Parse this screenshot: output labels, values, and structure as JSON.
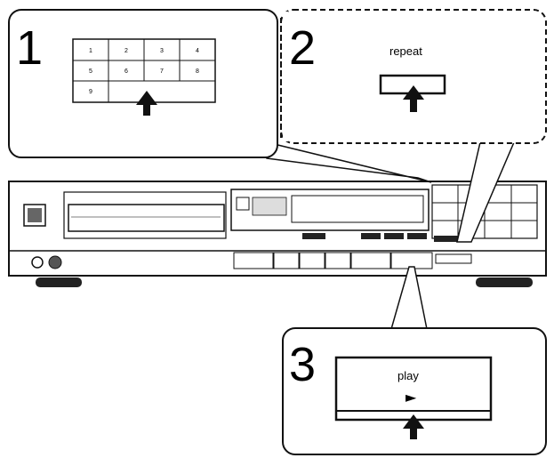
{
  "callouts": {
    "step1": {
      "number": "1",
      "keypad_keys": [
        "1",
        "2",
        "3",
        "4",
        "5",
        "6",
        "7",
        "8",
        "9"
      ]
    },
    "step2": {
      "number": "2",
      "button_label": "repeat"
    },
    "step3": {
      "number": "3",
      "button_label": "play",
      "play_glyph": "►"
    }
  },
  "icons": [
    "pointer-arrow-icon",
    "play-triangle-icon"
  ]
}
